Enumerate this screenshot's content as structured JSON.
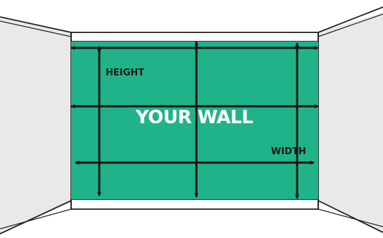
{
  "diagram": {
    "wall_title": "YOUR WALL",
    "height_label": "HEIGHT",
    "width_label": "WIDTH"
  },
  "colors": {
    "wall": "#20b38a",
    "wall_text": "#ffffff",
    "side_walls": "#e9e9e9",
    "room_lines": "#222222",
    "arrows": "#151515",
    "labels": "#1a1a1a"
  },
  "icons": {
    "arrows": "double-headed-arrow"
  }
}
